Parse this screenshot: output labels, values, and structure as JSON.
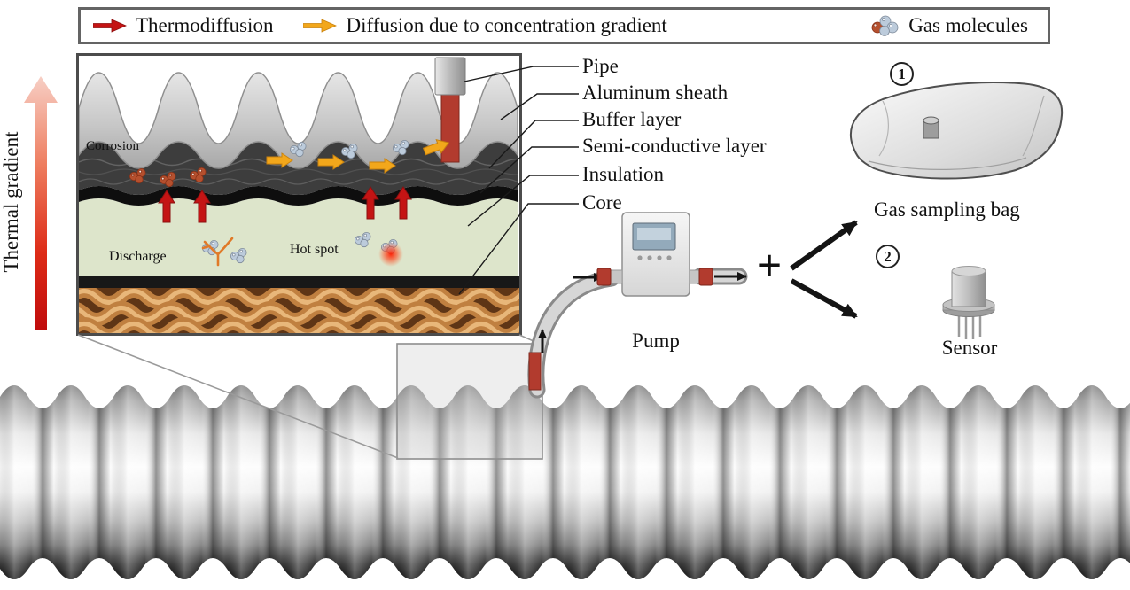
{
  "legend": {
    "items": [
      {
        "icon": "thermodiffusion-arrow",
        "label": "Thermodiffusion"
      },
      {
        "icon": "concentration-diffusion-arrow",
        "label": "Diffusion due to concentration gradient"
      },
      {
        "icon": "gas-molecules",
        "label": "Gas molecules"
      }
    ]
  },
  "thermal_gradient": {
    "label": "Thermal gradient"
  },
  "inset_annotations": {
    "corrosion": "Corrosion",
    "discharge": "Discharge",
    "hot_spot": "Hot spot"
  },
  "layer_labels": [
    "Pipe",
    "Aluminum sheath",
    "Buffer layer",
    "Semi-conductive layer",
    "Insulation",
    "Core"
  ],
  "sampling": {
    "pump_label": "Pump",
    "plus": "+",
    "options": [
      {
        "number": "1",
        "label": "Gas sampling bag"
      },
      {
        "number": "2",
        "label": "Sensor"
      }
    ]
  },
  "colors": {
    "thermodiffusion_arrow": "#c41414",
    "concentration_arrow": "#f2a71b",
    "gas_molecule": "#bccbdb",
    "corroded_molecule": "#b5502e",
    "insulation_layer": "#dde5cb",
    "core_copper": "#c08040",
    "sampling_pipe_red": "#b23b2e"
  }
}
